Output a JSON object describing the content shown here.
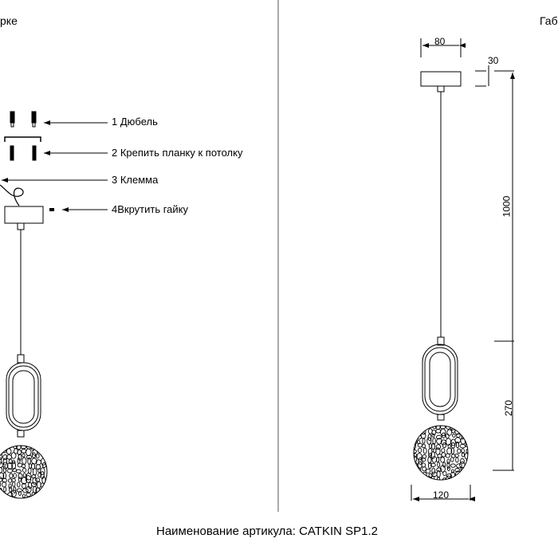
{
  "header": {
    "left_title_fragment": "рке",
    "right_title_fragment": "Габ"
  },
  "installation_steps": [
    {
      "label": "1 Дюбель"
    },
    {
      "label": "2  Крепить планку к потолку"
    },
    {
      "label": "3 Клемма"
    },
    {
      "label": "4Вкрутить гайку"
    }
  ],
  "dimensions": {
    "canopy_width": "80",
    "canopy_height": "30",
    "cord_length": "1000",
    "shade_height": "270",
    "shade_width": "120"
  },
  "footer": {
    "article_name": "Наименование артикула: CATKIN SP1.2"
  }
}
